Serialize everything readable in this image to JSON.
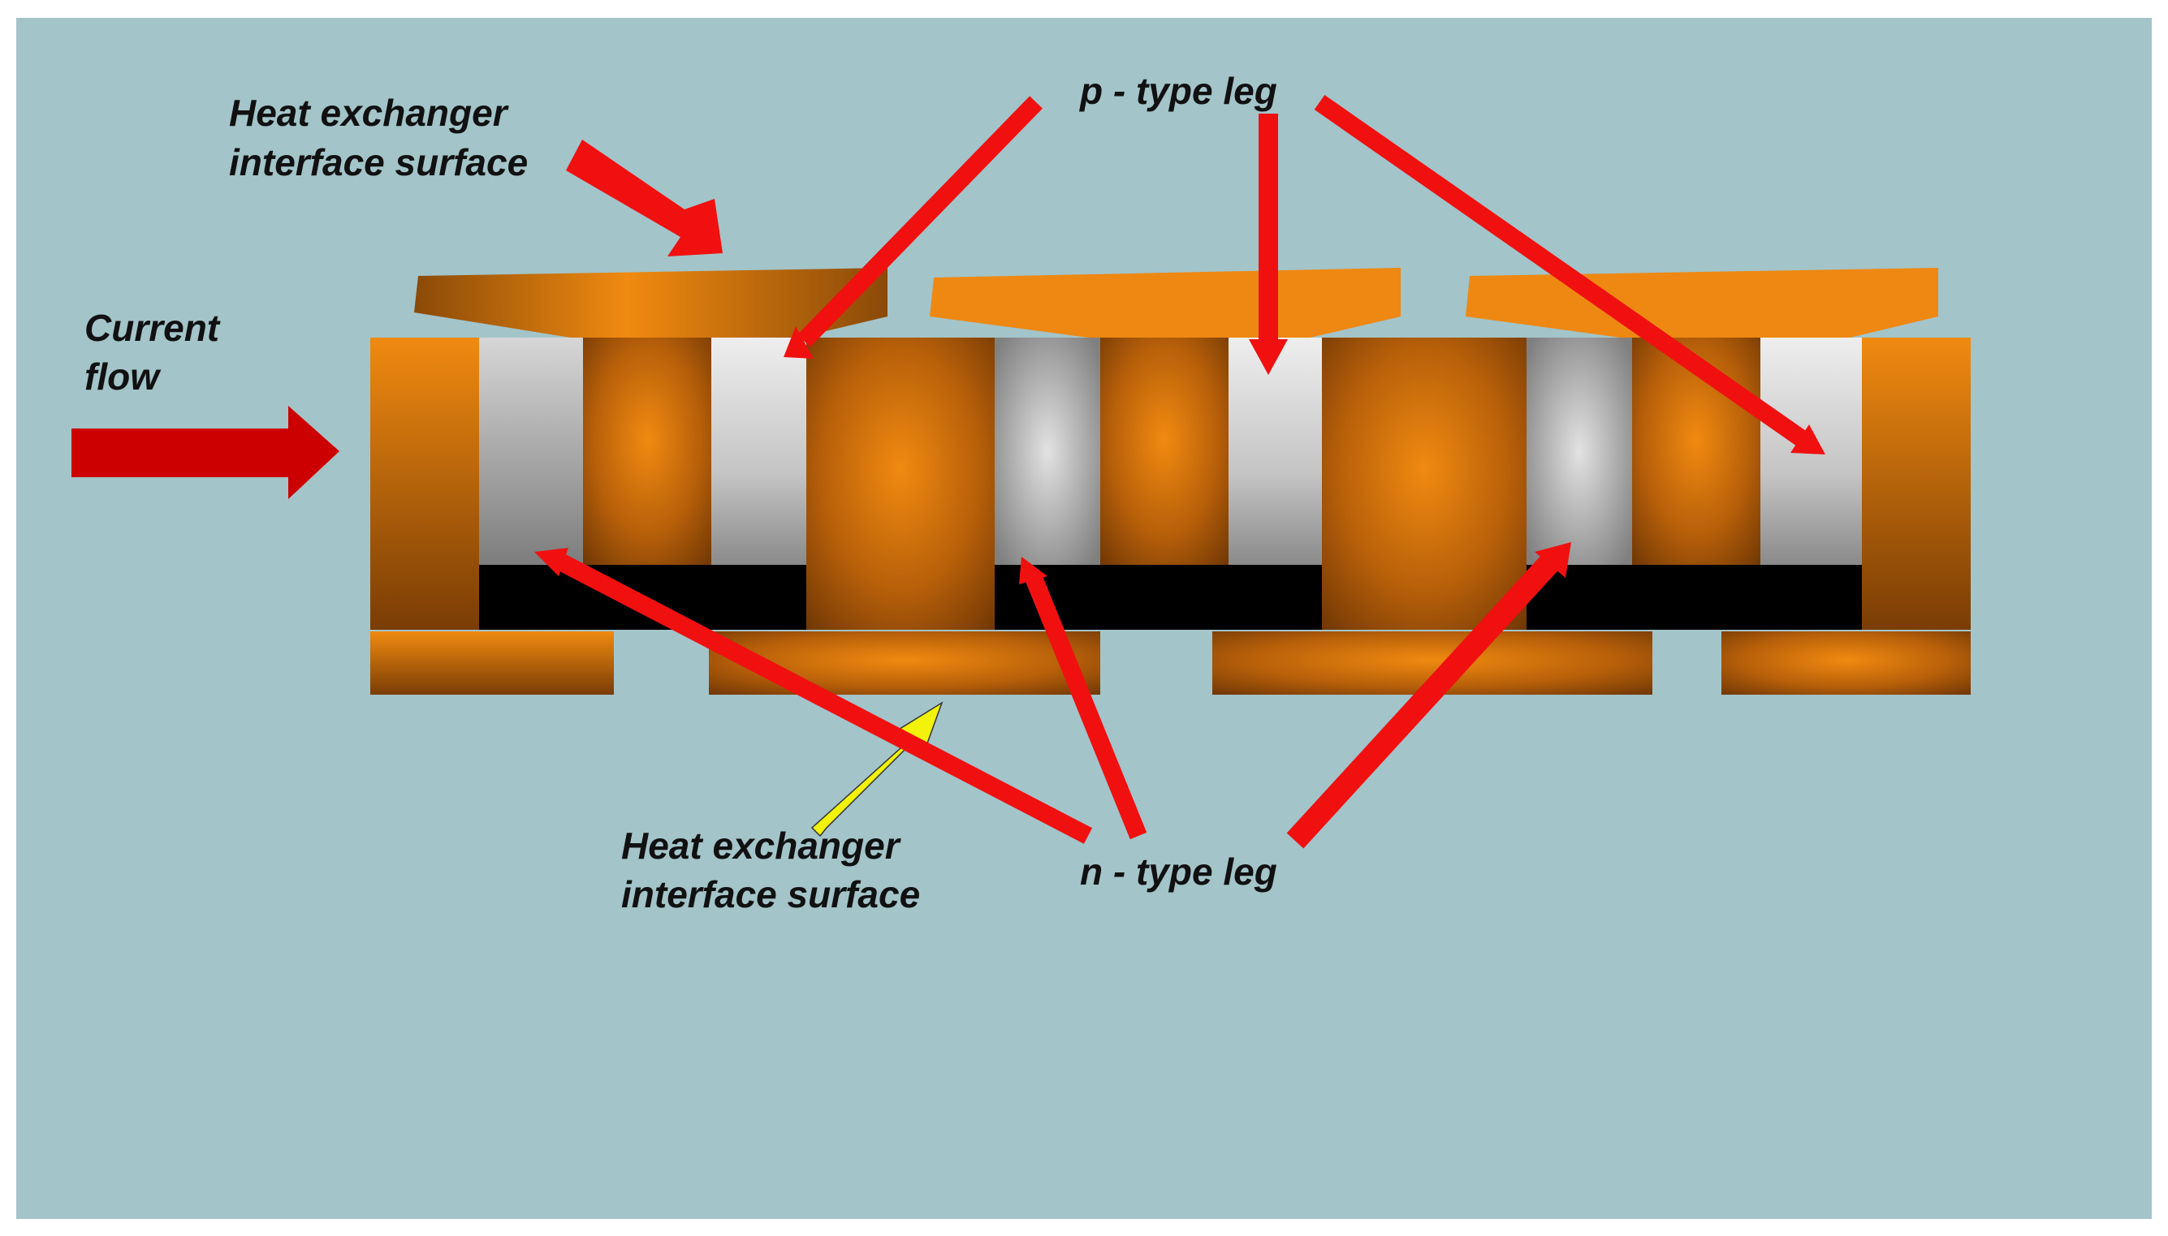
{
  "labels": {
    "heat_exchanger_top": [
      "Heat exchanger",
      "interface surface"
    ],
    "heat_exchanger_bottom": [
      "Heat exchanger",
      "interface surface"
    ],
    "current_flow": [
      "Current",
      "flow"
    ],
    "p_type_leg": "p - type leg",
    "n_type_leg": "n - type leg"
  },
  "colors": {
    "background": "#a3c4c9",
    "frame": "#ffffff",
    "copper_light": "#f08a10",
    "copper_dark": "#7a3d05",
    "leg_light": "#ebebeb",
    "leg_dark": "#8f8f8f",
    "insulator": "#000000",
    "pointer_red": "#f01010",
    "current_arrow": "#cc0000",
    "pointer_yellow": "#f2f20a",
    "text": "#111111"
  }
}
